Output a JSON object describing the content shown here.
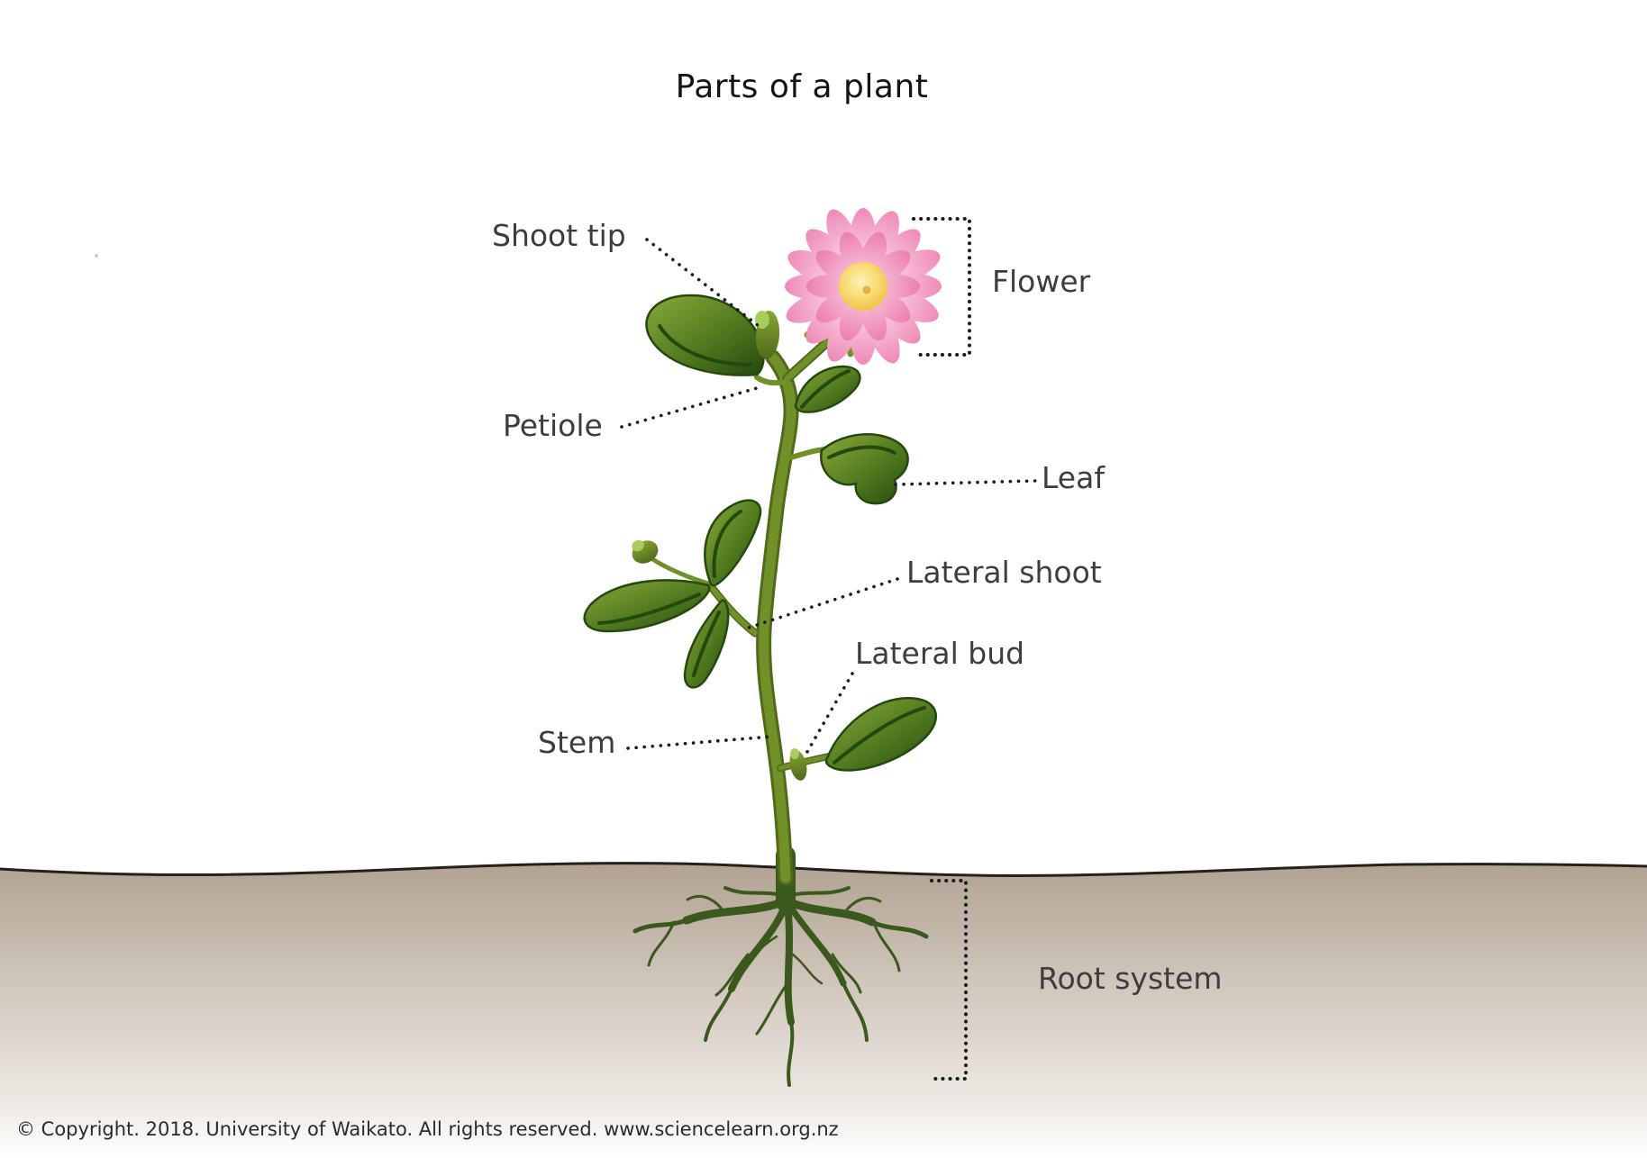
{
  "title": "Parts of a plant",
  "labels": {
    "shoot_tip": "Shoot tip",
    "flower": "Flower",
    "petiole": "Petiole",
    "leaf": "Leaf",
    "lateral_shoot": "Lateral shoot",
    "lateral_bud": "Lateral bud",
    "stem": "Stem",
    "root_system": "Root system"
  },
  "footer": {
    "copyright": "© Copyright. 2018. University of Waikato. All rights reserved. www.sciencelearn.org.nz"
  },
  "colors": {
    "background": "#ffffff",
    "title_color": "#141414",
    "text_dark": "#3d3d3d",
    "copyright_color": "#2b2b2b",
    "line_black": "#1b1b1b",
    "ground_line": "#25201b",
    "soil_top": "#b1a293",
    "soil_mid": "#d4cac0",
    "soil_fade": "#ffffff",
    "stem_dark": "#4f6a19",
    "stem_light": "#71902a",
    "leaf_light": "#8aa839",
    "leaf_mid": "#517a1f",
    "leaf_dark": "#24490f",
    "root_green": "#3b591d",
    "bud_light": "#a9cd5d",
    "petal_light": "#fbdce9",
    "petal_mid": "#f7bcd6",
    "petal_dark": "#ee8ab6",
    "petal_deep": "#ec7fae",
    "center_light": "#fdf3b8",
    "center_mid": "#f7d96b",
    "center_dark": "#e8b637"
  }
}
